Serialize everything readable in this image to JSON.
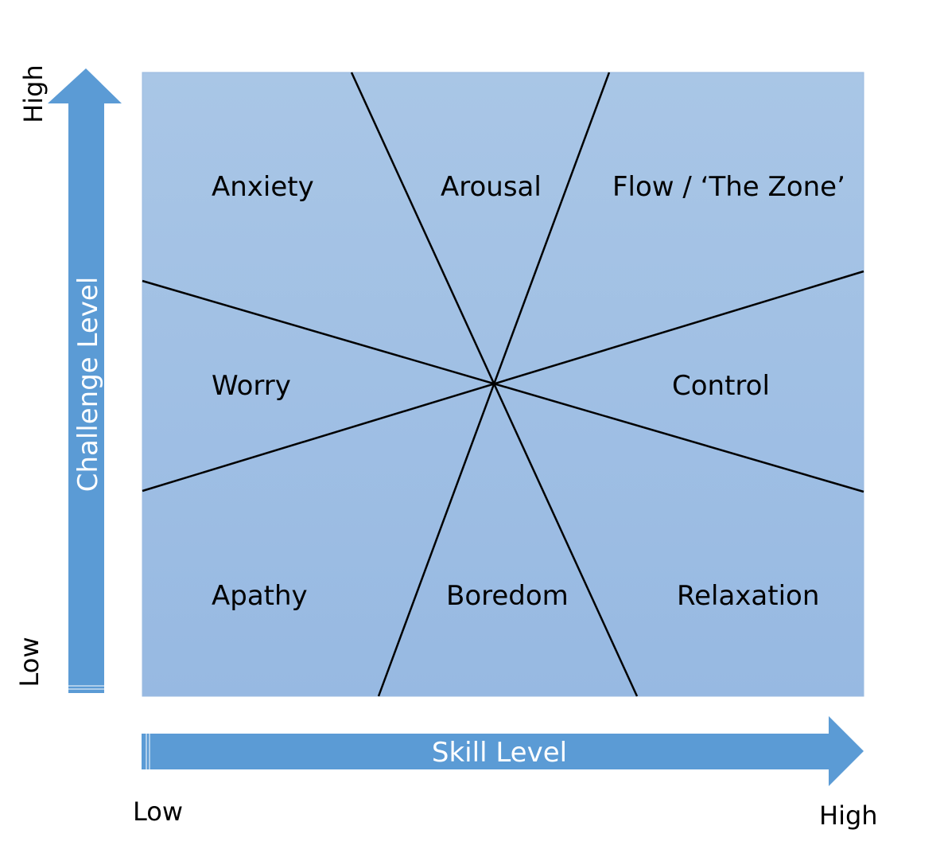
{
  "diagram": {
    "zones": {
      "anxiety": "Anxiety",
      "arousal": "Arousal",
      "flow": "Flow / ‘The Zone’",
      "worry": "Worry",
      "control": "Control",
      "apathy": "Apathy",
      "boredom": "Boredom",
      "relaxation": "Relaxation"
    },
    "y_axis": {
      "label": "Challenge Level",
      "high": "High",
      "low": "Low"
    },
    "x_axis": {
      "label": "Skill Level",
      "low": "Low",
      "high": "High"
    }
  },
  "colors": {
    "fill_top": "#a9c6e6",
    "fill_bottom": "#97b9e2",
    "arrow": "#5b9bd5",
    "divider": "#000000"
  }
}
